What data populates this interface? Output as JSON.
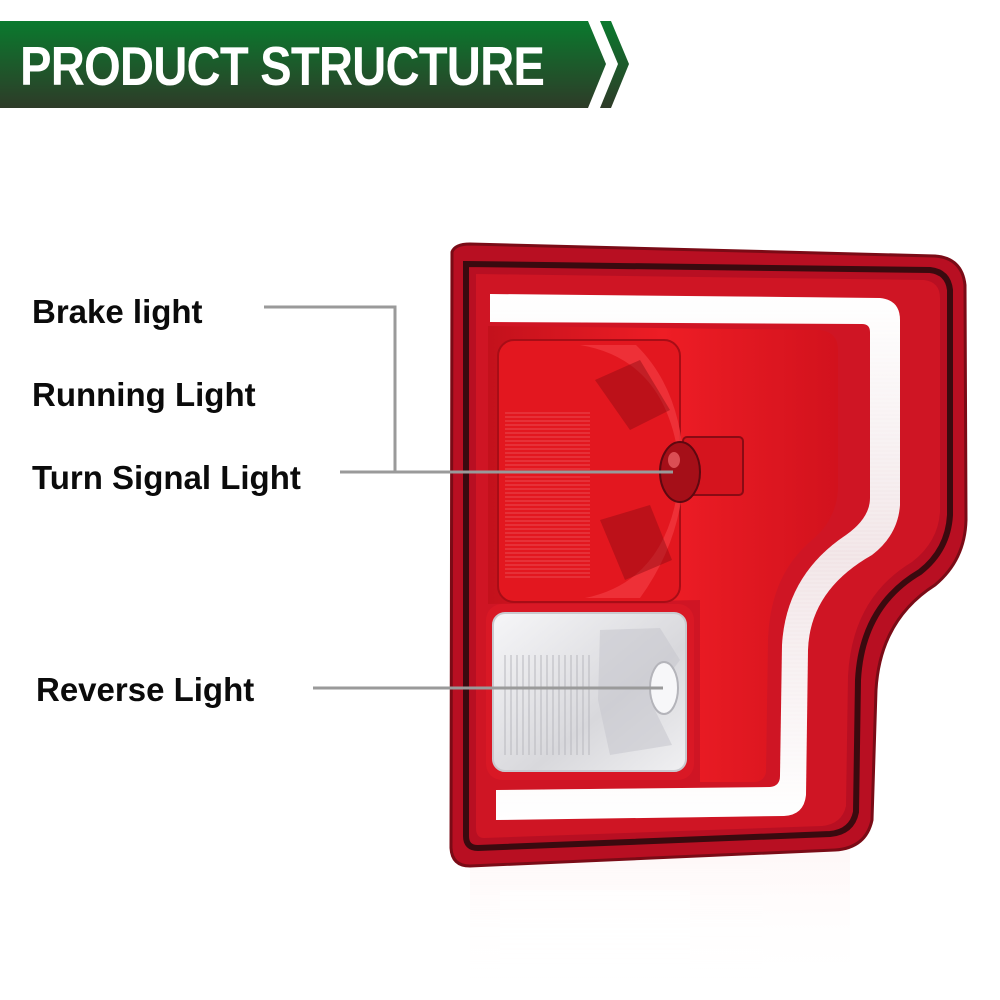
{
  "banner": {
    "title": "PRODUCT STRUCTURE",
    "icon": "chevron-right-icon",
    "colors": {
      "top": "#0a7a2e",
      "bottom": "#2e3b28",
      "text": "#ffffff"
    }
  },
  "labels": [
    {
      "id": "brake",
      "text": "Brake light"
    },
    {
      "id": "running",
      "text": "Running Light"
    },
    {
      "id": "turn",
      "text": "Turn Signal Light"
    },
    {
      "id": "reverse",
      "text": "Reverse Light"
    }
  ],
  "product": {
    "name": "tail-light-assembly",
    "colors": {
      "housing_red": "#c8102e",
      "dark_trim": "#5a0d14",
      "lens_red": "#e0141f",
      "light_guide": "#f4f4f4",
      "reverse_lens": "#e9e9ec"
    }
  },
  "leader_line_color": "#9a9a9a"
}
